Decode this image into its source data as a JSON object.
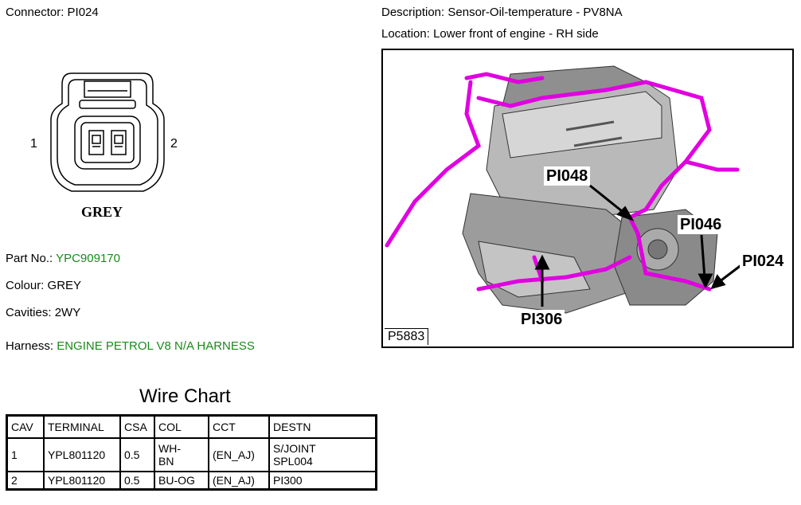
{
  "connector": {
    "label": "Connector:",
    "value": "PI024"
  },
  "description": {
    "label": "Description:",
    "value": "Sensor-Oil-temperature - PV8NA"
  },
  "location": {
    "label": "Location:",
    "value": "Lower front of engine - RH side"
  },
  "connector_drawing": {
    "pin_left": "1",
    "pin_right": "2",
    "color_caption": "GREY"
  },
  "part_no": {
    "label": "Part No.:",
    "value": "YPC909170"
  },
  "colour": {
    "label": "Colour:",
    "value": "GREY"
  },
  "cavities": {
    "label": "Cavities:",
    "value": "2WY"
  },
  "harness": {
    "label": "Harness:",
    "value": "ENGINE PETROL V8 N/A HARNESS"
  },
  "engine_image": {
    "ref": "P5883",
    "callouts": {
      "pi048": "PI048",
      "pi046": "PI046",
      "pi024": "PI024",
      "pi306": "PI306"
    },
    "harness_color": "#e000e0"
  },
  "wire_chart": {
    "title": "Wire Chart",
    "headers": [
      "CAV",
      "TERMINAL",
      "CSA",
      "COL",
      "CCT",
      "DESTN"
    ],
    "rows": [
      [
        "1",
        "YPL801120",
        "0.5",
        "WH-\nBN",
        "(EN_AJ)",
        "S/JOINT\nSPL004"
      ],
      [
        "2",
        "YPL801120",
        "0.5",
        "BU-OG",
        "(EN_AJ)",
        "PI300"
      ]
    ]
  },
  "colors": {
    "green_text": "#1a8a1a"
  }
}
